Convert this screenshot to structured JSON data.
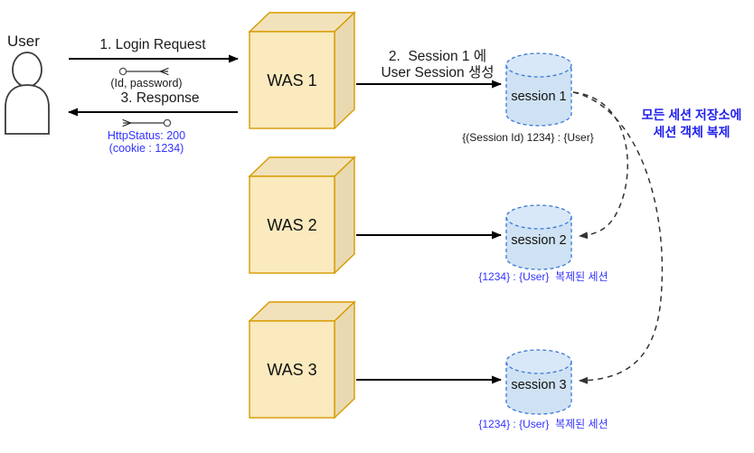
{
  "diagram": {
    "title": "WAS session replication diagram",
    "colors": {
      "cube_front": "#faeabe",
      "cube_top": "#f2e2bb",
      "cube_side": "#e8d9b0",
      "cube_border": "#d79b00",
      "cylinder_fill": "#cfe2f3",
      "cylinder_border": "#3c78d8",
      "arrow": "#000000",
      "text_blue": "#3333ff",
      "note_blue": "#2222ee",
      "actor": "#3a3a3a"
    },
    "actor": {
      "label": "User",
      "icon": "user-actor-icon"
    },
    "flows": {
      "request": {
        "label": "1. Login Request",
        "sub_label": "(Id, password)",
        "direction": "right"
      },
      "response": {
        "label": "3. Response",
        "sub_label_line1": "HttpStatus: 200",
        "sub_label_line2": "(cookie : 1234)",
        "direction": "left"
      },
      "session_create": {
        "label_line1": "2.  Session 1 에",
        "label_line2": "User Session 생성"
      }
    },
    "servers": [
      {
        "label": "WAS 1"
      },
      {
        "label": "WAS 2"
      },
      {
        "label": "WAS 3"
      }
    ],
    "stores": [
      {
        "label": "session 1",
        "caption": "{(Session Id) 1234} : {User}",
        "caption_color": "black"
      },
      {
        "label": "session 2",
        "caption": "{1234} : {User}  복제된 세션",
        "caption_color": "blue"
      },
      {
        "label": "session 3",
        "caption": "{1234} : {User}  복제된 세션",
        "caption_color": "blue"
      }
    ],
    "note": {
      "line1": "모든 세션 저장소에",
      "line2": "세션 객체 복제"
    }
  }
}
